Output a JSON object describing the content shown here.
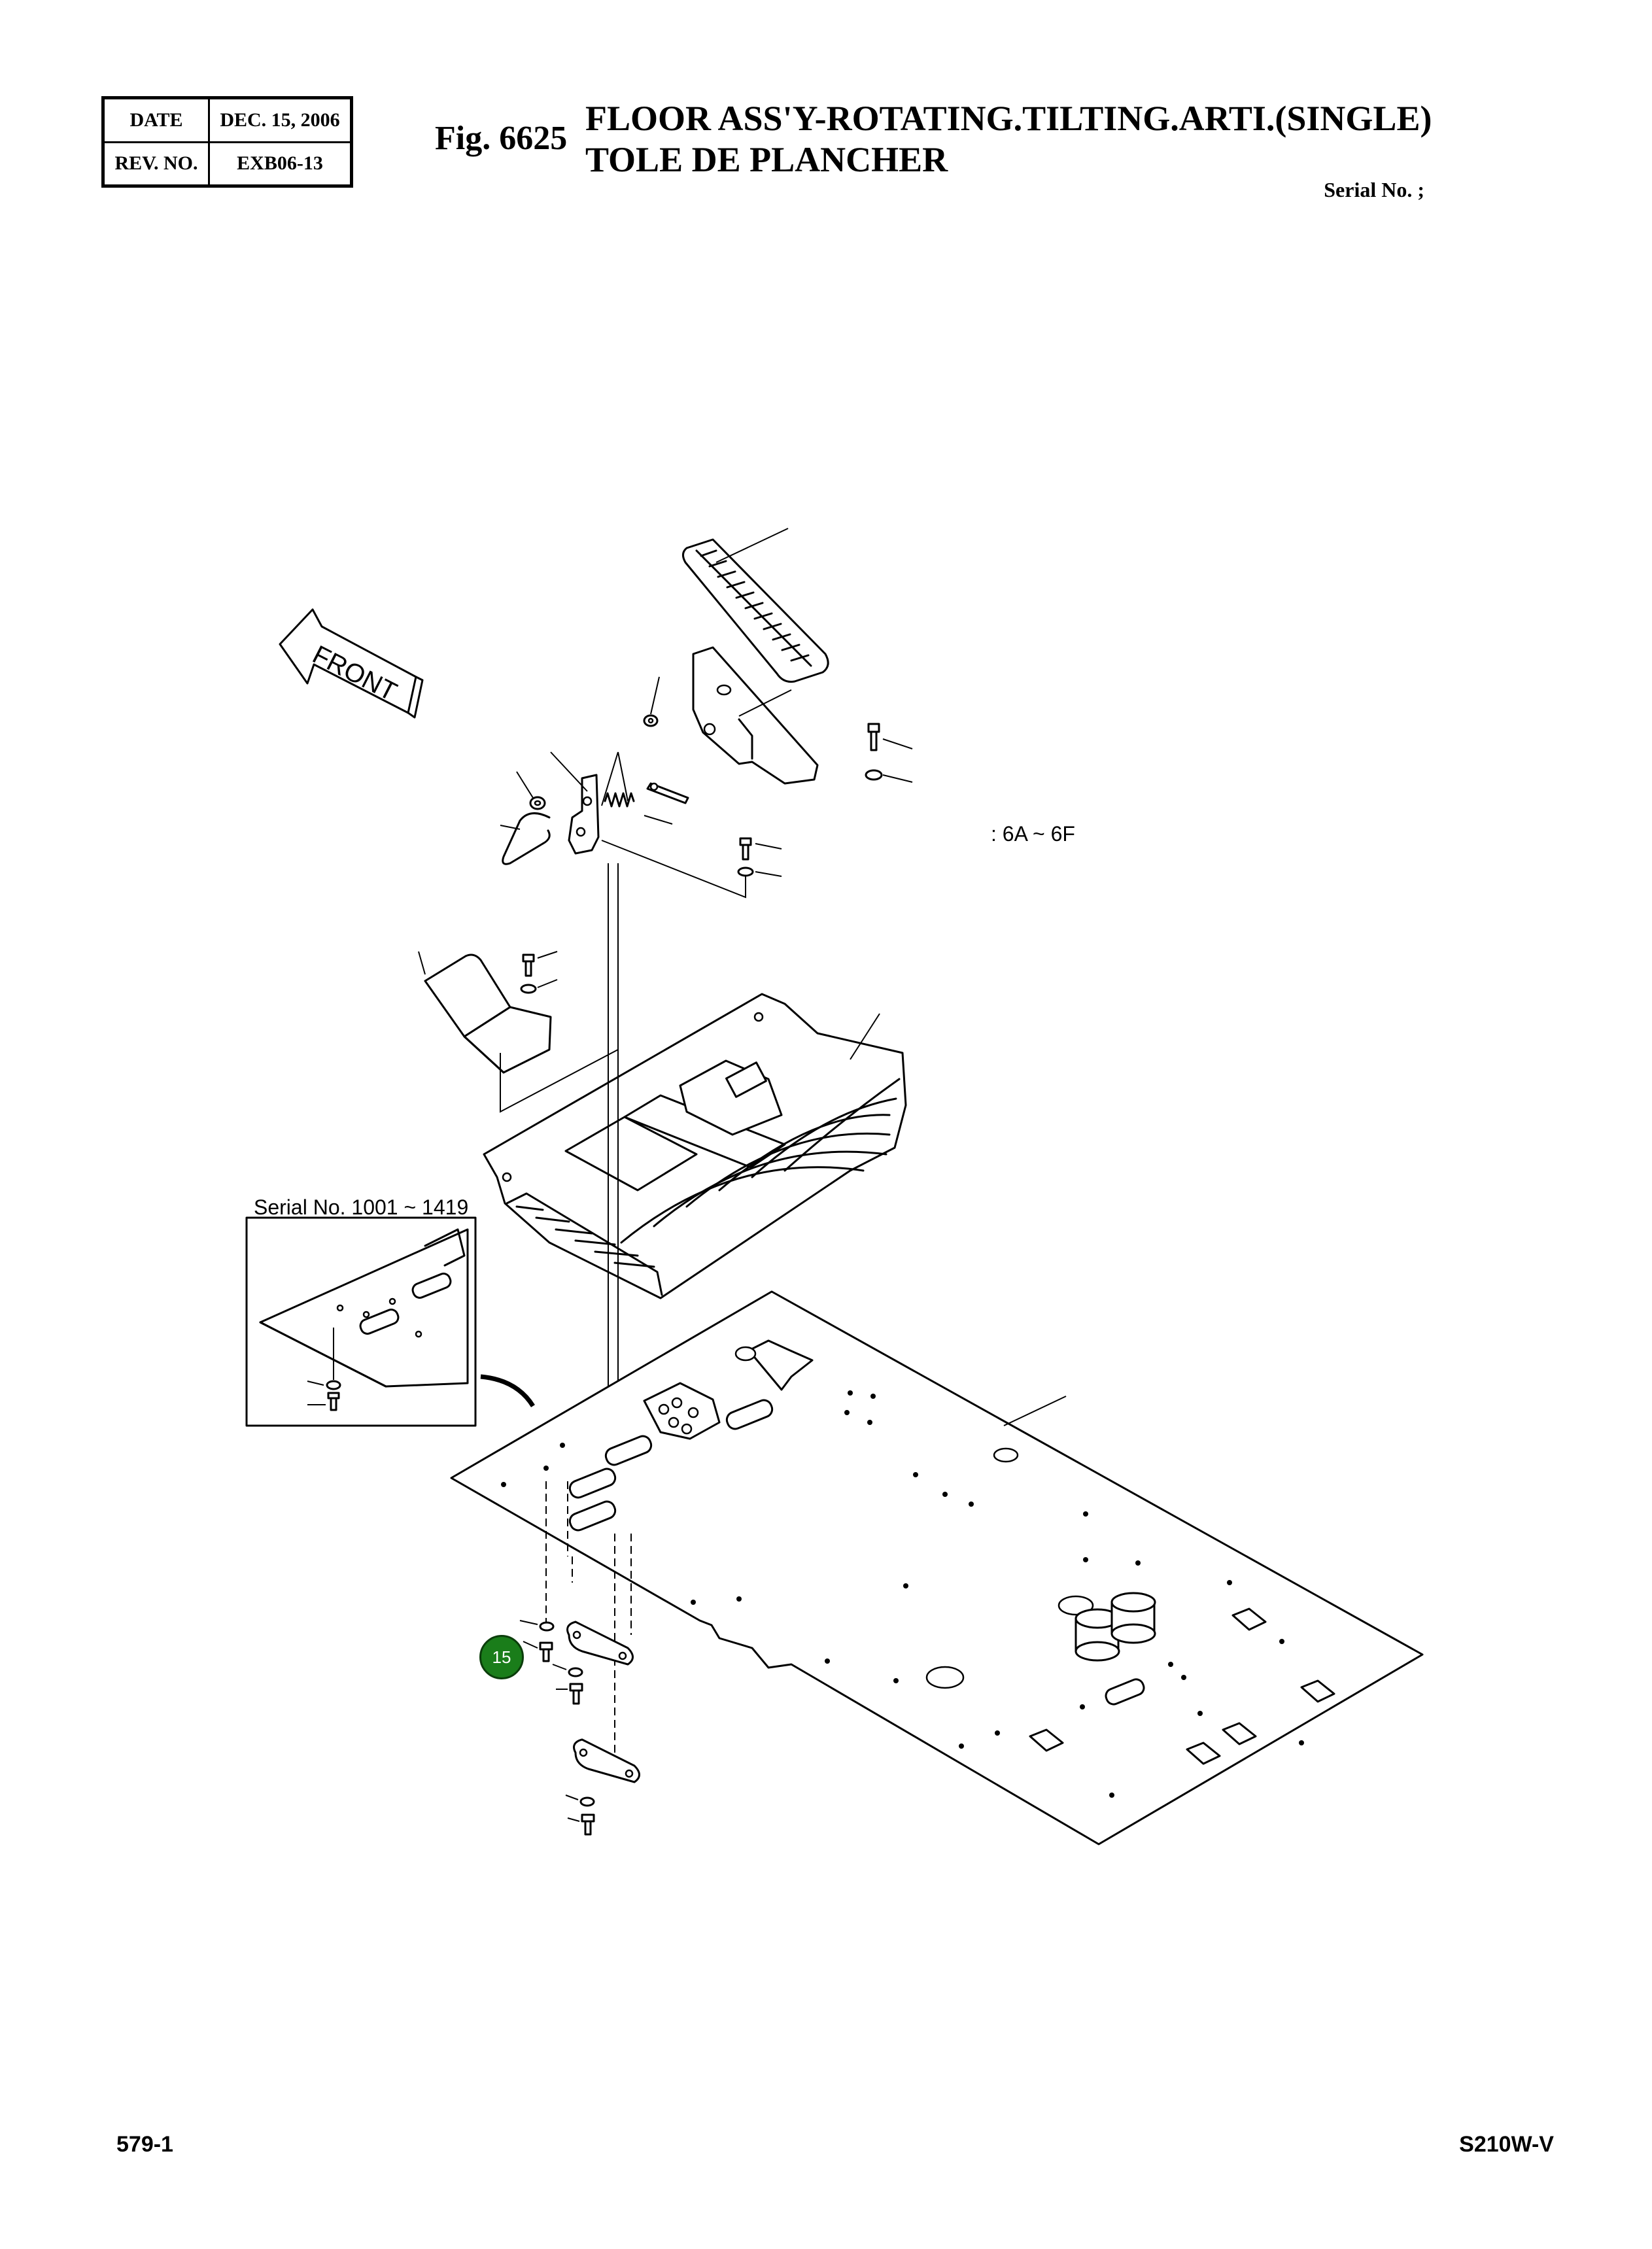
{
  "header": {
    "date_label": "DATE",
    "date_value": "DEC. 15, 2006",
    "rev_label": "REV. NO.",
    "rev_value": "EXB06-13",
    "figure_number": "Fig. 6625",
    "title_line_1": "FLOOR ASS'Y-ROTATING.TILTING.ARTI.(SINGLE)",
    "title_line_2": "TOLE DE PLANCHER",
    "serial_note": "Serial No. ;"
  },
  "diagram": {
    "front_arrow_text": "FRONT",
    "range_label": ": 6A ~ 6F",
    "inset_label": "Serial No. 1001 ~ 1419",
    "callouts": [
      {
        "number": "15",
        "color": "#1a7d1a"
      }
    ]
  },
  "footer": {
    "page_number": "579-1",
    "model": "S210W-V"
  }
}
